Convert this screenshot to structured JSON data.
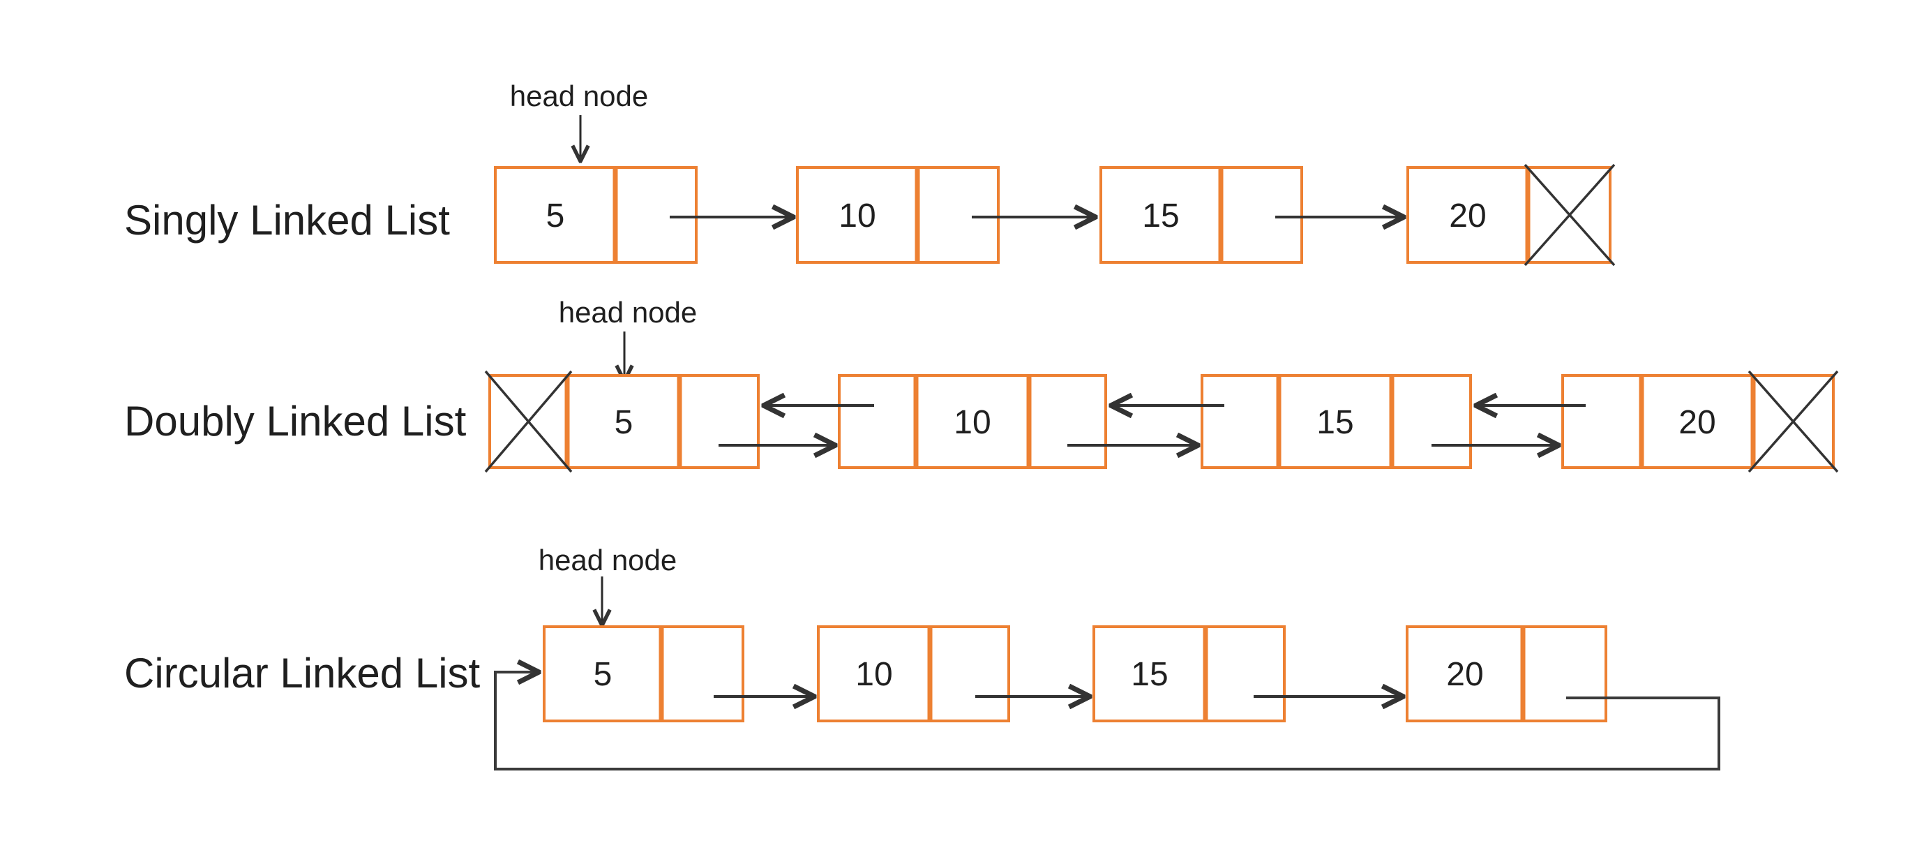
{
  "diagram": {
    "colors": {
      "node_border": "#ED8032",
      "arrow_line": "#333333",
      "text": "#1F1F1F",
      "background": "#FFFFFF"
    },
    "rows": [
      {
        "label": "Singly Linked List",
        "head_label": "head node",
        "values": [
          "5",
          "10",
          "15",
          "20"
        ],
        "null_marker": "X-in-last-next-pointer"
      },
      {
        "label": "Doubly Linked List",
        "head_label": "head node",
        "values": [
          "5",
          "10",
          "15",
          "20"
        ],
        "null_marker": "X-in-first-prev-and-last-next-pointer"
      },
      {
        "label": "Circular Linked List",
        "head_label": "head node",
        "values": [
          "5",
          "10",
          "15",
          "20"
        ],
        "null_marker": "loop-back-to-head"
      }
    ]
  }
}
